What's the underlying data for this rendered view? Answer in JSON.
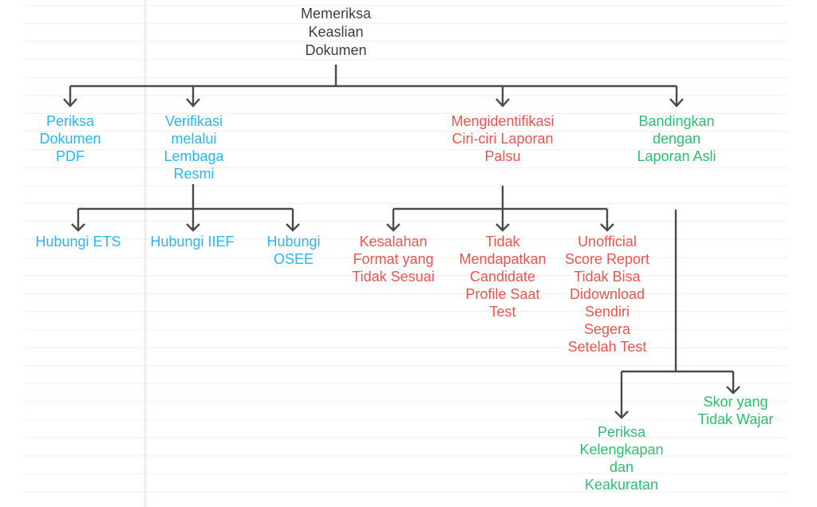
{
  "diagram": {
    "type": "flowchart",
    "title": "Memeriksa Keaslian Dokumen",
    "nodes": {
      "root": {
        "label": "Memeriksa\nKeaslian\nDokumen",
        "color": "#3d3d3d"
      },
      "periksa_pdf": {
        "label": "Periksa\nDokumen\nPDF",
        "color": "#29b6f6"
      },
      "verifikasi": {
        "label": "Verifikasi\nmelalui\nLembaga\nResmi",
        "color": "#29b6f6"
      },
      "mengidentifikasi": {
        "label": "Mengidentifikasi\nCiri-ciri Laporan\nPalsu",
        "color": "#ef5350"
      },
      "bandingkan": {
        "label": "Bandingkan\ndengan\nLaporan Asli",
        "color": "#2ebd6f"
      },
      "hubungi_ets": {
        "label": "Hubungi ETS",
        "color": "#29b6f6"
      },
      "hubungi_iief": {
        "label": "Hubungi IIEF",
        "color": "#29b6f6"
      },
      "hubungi_osee": {
        "label": "Hubungi\nOSEE",
        "color": "#29b6f6"
      },
      "kesalahan_format": {
        "label": "Kesalahan\nFormat yang\nTidak Sesuai",
        "color": "#ef5350"
      },
      "tidak_mendapatkan": {
        "label": "Tidak\nMendapatkan\nCandidate\nProfile Saat\nTest",
        "color": "#ef5350"
      },
      "unofficial_report": {
        "label": "Unofficial\nScore Report\nTidak Bisa\nDidownload\nSendiri\nSegera\nSetelah Test",
        "color": "#ef5350"
      },
      "periksa_kelengkapan": {
        "label": "Periksa\nKelengkapan\ndan\nKeakuratan",
        "color": "#2ebd6f"
      },
      "skor_tidak_wajar": {
        "label": "Skor yang\nTidak Wajar",
        "color": "#2ebd6f"
      }
    },
    "hierarchy": {
      "Memeriksa Keaslian Dokumen": {
        "Periksa Dokumen PDF": {},
        "Verifikasi melalui Lembaga Resmi": {
          "Hubungi ETS": {},
          "Hubungi IIEF": {},
          "Hubungi OSEE": {}
        },
        "Mengidentifikasi Ciri-ciri Laporan Palsu": {
          "Kesalahan Format yang Tidak Sesuai": {},
          "Tidak Mendapatkan Candidate Profile Saat Test": {},
          "Unofficial Score Report Tidak Bisa Didownload Sendiri Segera Setelah Test": {}
        },
        "Bandingkan dengan Laporan Asli": {
          "Periksa Kelengkapan dan Keakuratan": {},
          "Skor yang Tidak Wajar": {}
        }
      }
    }
  },
  "colors": {
    "background": "#ffffff",
    "connector": "#4a4a4a",
    "accent_cyan": "#29b6f6",
    "accent_red": "#ef5350",
    "accent_green": "#2ebd6f",
    "text_dark": "#3d3d3d",
    "ruled_line": "#f8f1ef",
    "margin_line": "#fae4df"
  }
}
